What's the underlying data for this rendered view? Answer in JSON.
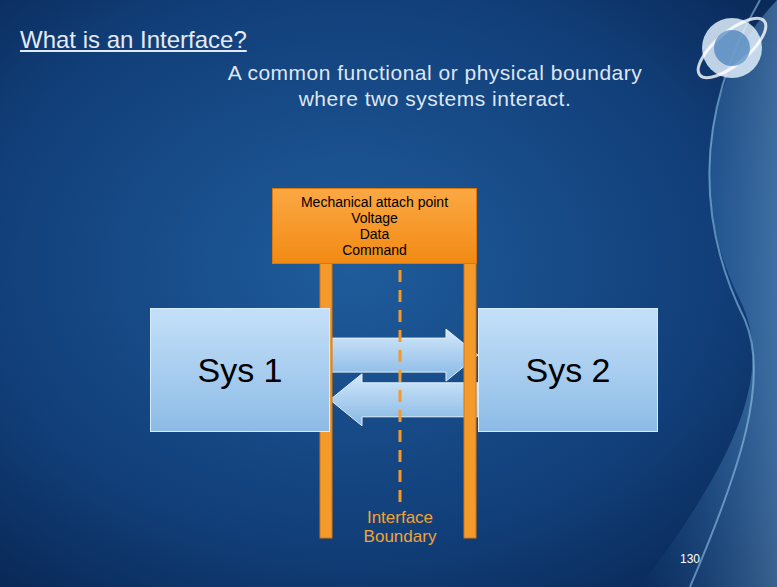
{
  "diagram": {
    "title": "What is an Interface?",
    "nodes": [
      {
        "text": [
          "Mechanical attach point",
          "Voltage",
          "Data",
          "Command"
        ]
      },
      {
        "text": [
          "Sys 1"
        ]
      },
      {
        "text": [
          "Sys 2"
        ]
      }
    ],
    "edges": [
      {
        "from": 1,
        "to": 2,
        "arrow": "to"
      },
      {
        "from": 2,
        "to": 1,
        "arrow": "to"
      }
    ],
    "labels": [
      "A common functional or physical boundary where two systems interact.",
      "Interface Boundary",
      "130"
    ]
  }
}
